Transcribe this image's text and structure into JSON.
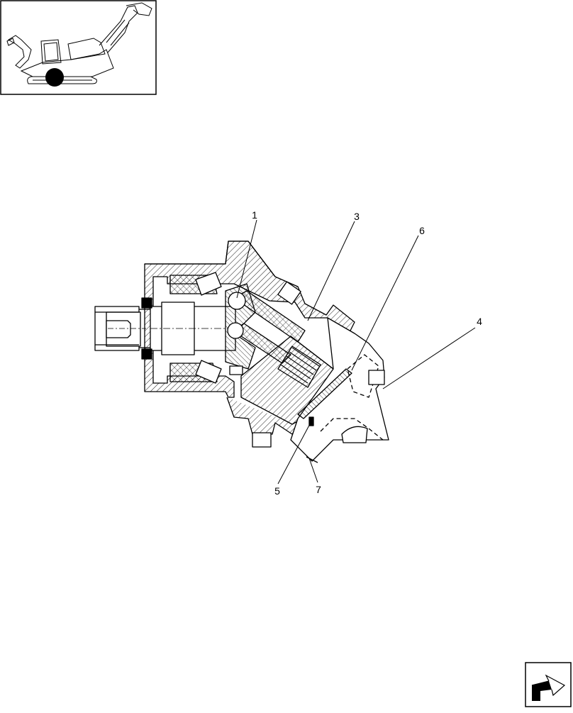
{
  "callouts": [
    {
      "id": "1",
      "label": "1"
    },
    {
      "id": "3",
      "label": "3"
    },
    {
      "id": "6",
      "label": "6"
    },
    {
      "id": "4",
      "label": "4"
    },
    {
      "id": "5",
      "label": "5"
    },
    {
      "id": "7",
      "label": "7"
    }
  ],
  "icons": {
    "thumbnail": "harvester-location-thumbnail",
    "nav": "next-page-arrow-icon"
  },
  "colors": {
    "line": "#000000",
    "background": "#ffffff",
    "accent": "#000000"
  }
}
